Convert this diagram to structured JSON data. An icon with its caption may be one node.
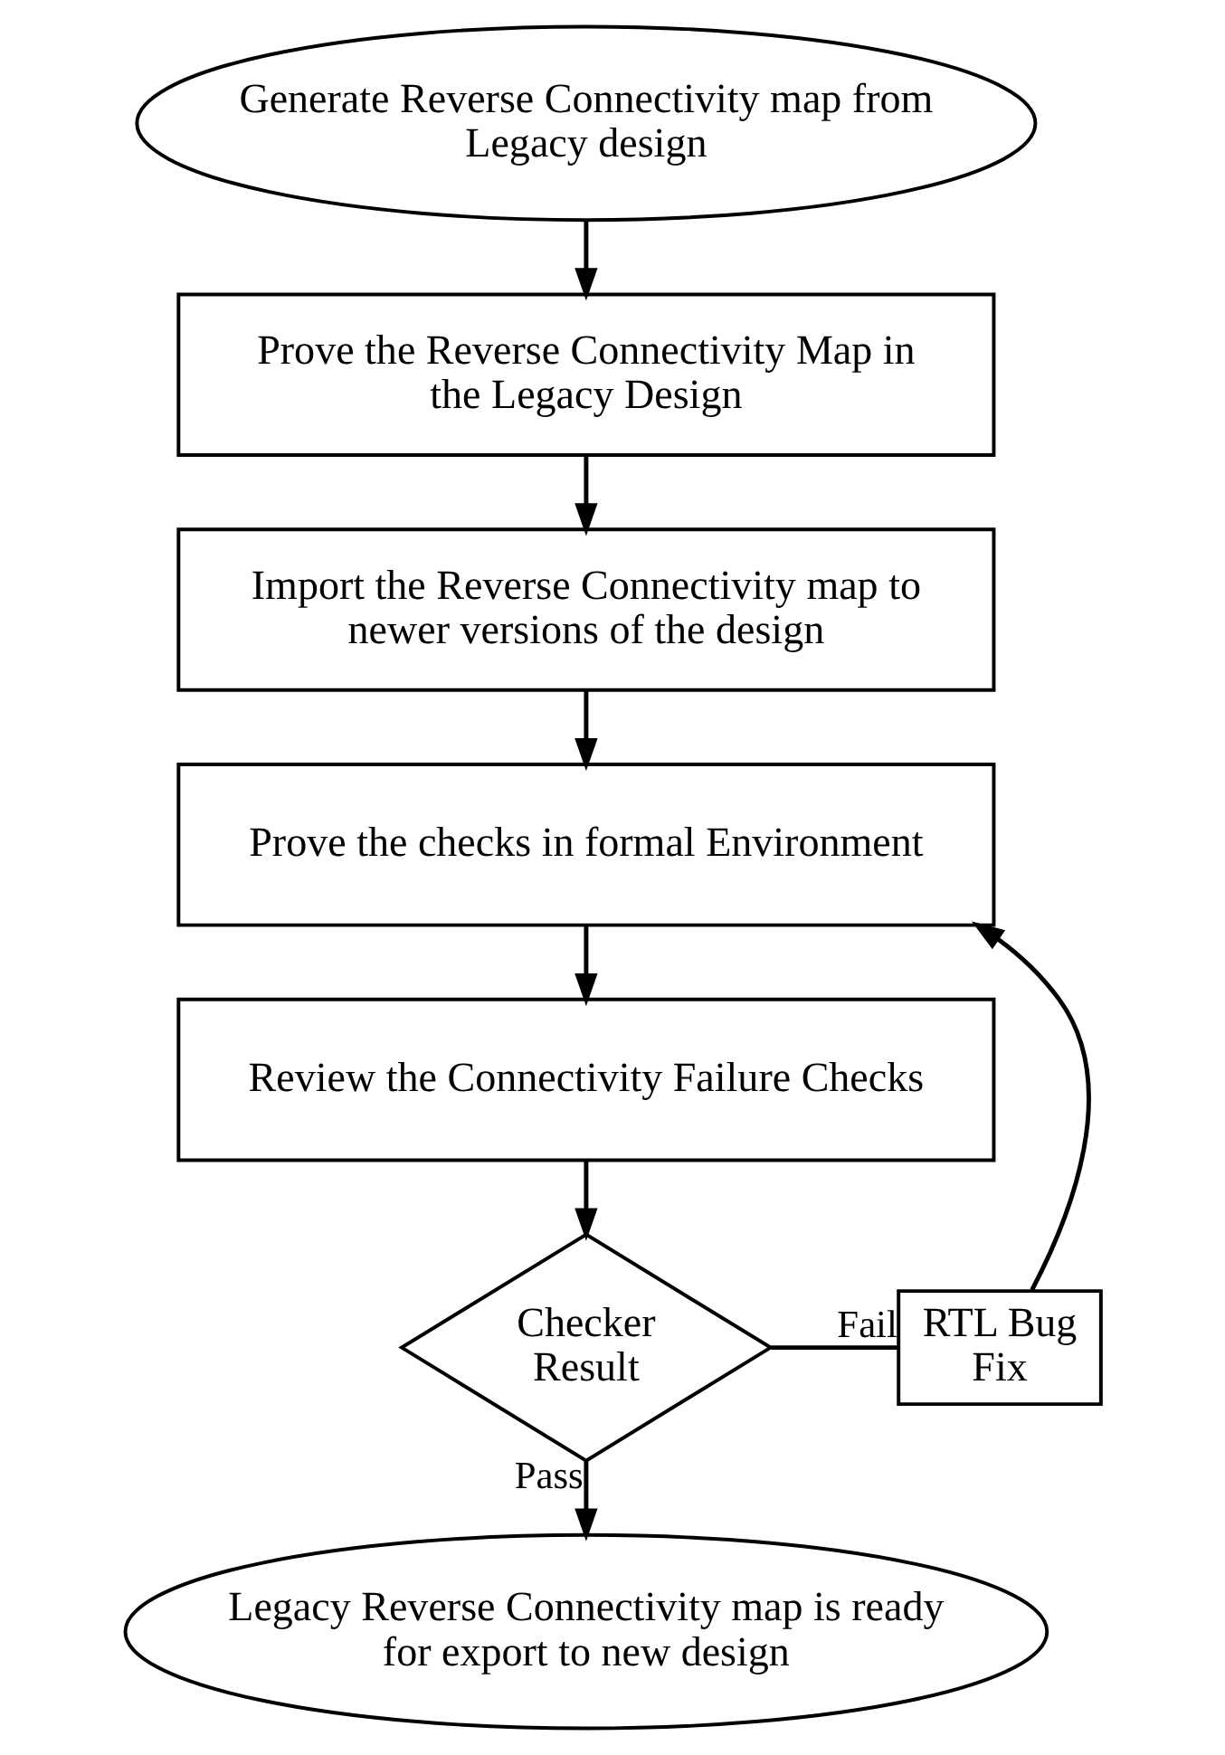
{
  "diagram": {
    "nodes": [
      {
        "text": [
          "Generate Reverse Connectivity map from Legacy design"
        ]
      },
      {
        "text": [
          "Prove the Reverse Connectivity Map in the Legacy Design"
        ]
      },
      {
        "text": [
          "Import the Reverse Connectivity map to newer versions of the design"
        ]
      },
      {
        "text": [
          "Prove the checks in formal Environment"
        ]
      },
      {
        "text": [
          "Review the Connectivity Failure Checks"
        ]
      },
      {
        "text": [
          "Checker Result"
        ]
      },
      {
        "text": [
          "RTL Bug Fix"
        ]
      },
      {
        "text": [
          "Legacy Reverse Connectivity map is ready for export to new design"
        ]
      }
    ],
    "edges": [
      {
        "from": 0,
        "to": 1,
        "arrow": "to"
      },
      {
        "from": 1,
        "to": 2,
        "arrow": "to"
      },
      {
        "from": 2,
        "to": 3,
        "arrow": "to"
      },
      {
        "from": 3,
        "to": 4,
        "arrow": "to"
      },
      {
        "from": 4,
        "to": 5,
        "arrow": "to"
      },
      {
        "from": 5,
        "to": 6,
        "arrow": "none",
        "label": "Fail"
      },
      {
        "from": 6,
        "to": 3,
        "arrow": "to"
      },
      {
        "from": 5,
        "to": 7,
        "arrow": "to",
        "label": "Pass"
      }
    ]
  }
}
